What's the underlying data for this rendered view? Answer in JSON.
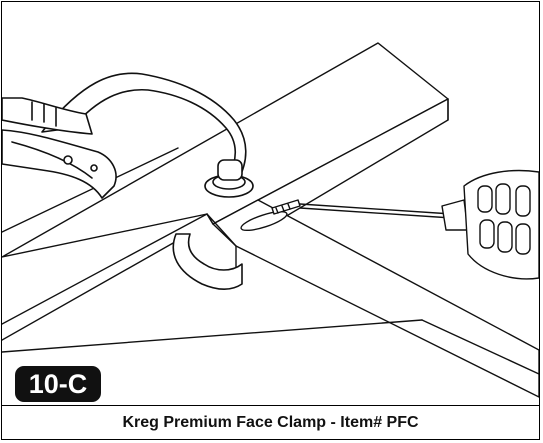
{
  "step": {
    "label": "10-C"
  },
  "caption": {
    "text": "Kreg Premium Face Clamp - Item# PFC"
  },
  "illustration": {
    "parts": [
      "board-horizontal",
      "board-vertical",
      "face-clamp",
      "drill-driver",
      "screw",
      "pocket-hole"
    ]
  }
}
